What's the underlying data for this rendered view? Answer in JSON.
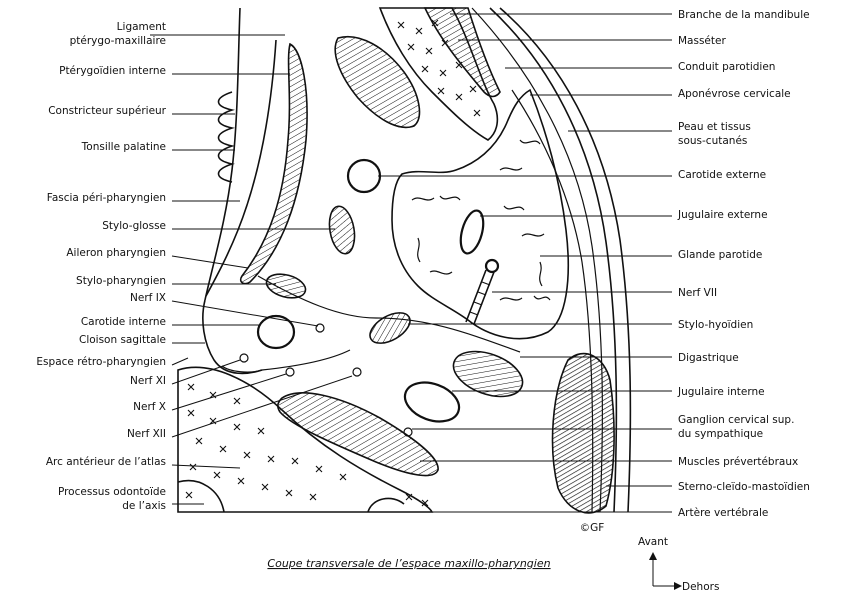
{
  "labels_left": [
    {
      "id": "ligament-pterygo-maxillaire",
      "lines": [
        "Ligament",
        "ptérygo-maxillaire"
      ]
    },
    {
      "id": "pterygoidien-interne",
      "lines": [
        "Ptérygoïdien interne"
      ]
    },
    {
      "id": "constricteur-superieur",
      "lines": [
        "Constricteur supérieur"
      ]
    },
    {
      "id": "tonsille-palatine",
      "lines": [
        "Tonsille palatine"
      ]
    },
    {
      "id": "fascia-peri-pharyngien",
      "lines": [
        "Fascia péri-pharyngien"
      ]
    },
    {
      "id": "stylo-glosse",
      "lines": [
        "Stylo-glosse"
      ]
    },
    {
      "id": "aileron-pharyngien",
      "lines": [
        "Aileron pharyngien"
      ]
    },
    {
      "id": "stylo-pharyngien",
      "lines": [
        "Stylo-pharyngien"
      ]
    },
    {
      "id": "nerf-ix",
      "lines": [
        "Nerf IX"
      ]
    },
    {
      "id": "carotide-interne",
      "lines": [
        "Carotide interne"
      ]
    },
    {
      "id": "cloison-sagittale",
      "lines": [
        "Cloison sagittale"
      ]
    },
    {
      "id": "espace-retro-pharyngien",
      "lines": [
        "Espace rétro-pharyngien"
      ]
    },
    {
      "id": "nerf-xi",
      "lines": [
        "Nerf XI"
      ]
    },
    {
      "id": "nerf-x",
      "lines": [
        "Nerf X"
      ]
    },
    {
      "id": "nerf-xii",
      "lines": [
        "Nerf XII"
      ]
    },
    {
      "id": "arc-anterieur-atlas",
      "lines": [
        "Arc antérieur de l’atlas"
      ]
    },
    {
      "id": "processus-odontoide",
      "lines": [
        "Processus odontoïde",
        "de l’axis"
      ]
    }
  ],
  "labels_right": [
    {
      "id": "branche-mandibule",
      "lines": [
        "Branche de la mandibule"
      ]
    },
    {
      "id": "masseter",
      "lines": [
        "Masséter"
      ]
    },
    {
      "id": "conduit-parotidien",
      "lines": [
        "Conduit parotidien"
      ]
    },
    {
      "id": "aponevrose-cervicale",
      "lines": [
        "Aponévrose cervicale"
      ]
    },
    {
      "id": "peau-tissus",
      "lines": [
        "Peau et tissus",
        "sous-cutanés"
      ]
    },
    {
      "id": "carotide-externe",
      "lines": [
        "Carotide externe"
      ]
    },
    {
      "id": "jugulaire-externe",
      "lines": [
        "Jugulaire externe"
      ]
    },
    {
      "id": "glande-parotide",
      "lines": [
        "Glande parotide"
      ]
    },
    {
      "id": "nerf-vii",
      "lines": [
        "Nerf VII"
      ]
    },
    {
      "id": "stylo-hyoidien",
      "lines": [
        "Stylo-hyoïdien"
      ]
    },
    {
      "id": "digastrique",
      "lines": [
        "Digastrique"
      ]
    },
    {
      "id": "jugulaire-interne",
      "lines": [
        "Jugulaire interne"
      ]
    },
    {
      "id": "ganglion-cervical",
      "lines": [
        "Ganglion cervical sup.",
        "du sympathique"
      ]
    },
    {
      "id": "muscles-prevertebraux",
      "lines": [
        "Muscles prévertébraux"
      ]
    },
    {
      "id": "sterno-cleido-mastoidien",
      "lines": [
        "Sterno-cleïdo-mastoïdien"
      ]
    },
    {
      "id": "artere-vertebrale",
      "lines": [
        "Artère vertébrale"
      ]
    }
  ],
  "caption": "Coupe transversale  de l’espace maxillo-pharyngien",
  "credit": "©GF",
  "orientation": {
    "up": "Avant",
    "right": "Dehors"
  }
}
